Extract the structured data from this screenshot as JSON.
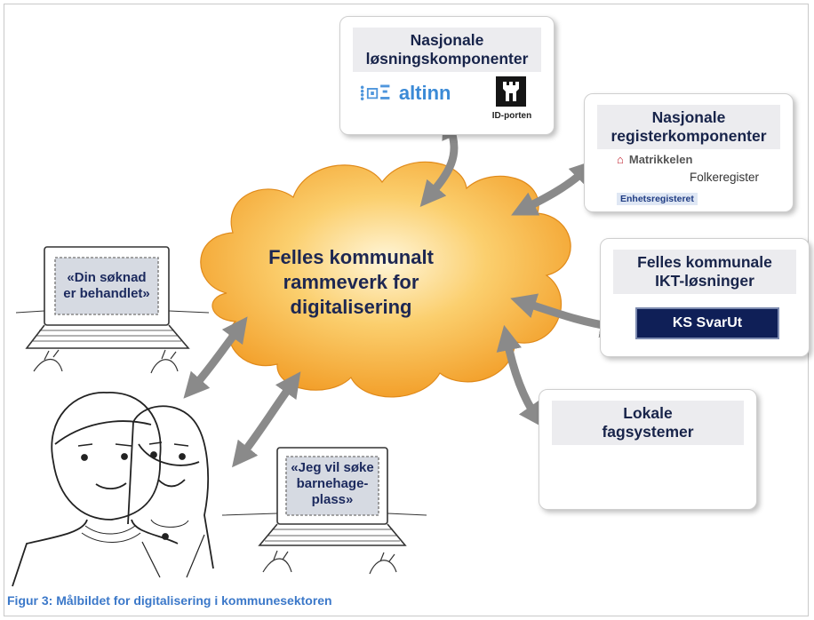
{
  "cloud": {
    "line1": "Felles kommunalt",
    "line2": "rammeverk for",
    "line3": "digitalisering"
  },
  "cards": {
    "nasjonale_losning": {
      "title_line1": "Nasjonale",
      "title_line2": "løsningskomponenter",
      "altinn_label": "altinn",
      "idporten_label": "ID-porten"
    },
    "nasjonale_register": {
      "title_line1": "Nasjonale",
      "title_line2": "registerkomponenter",
      "matrikkelen": "Matrikkelen",
      "folkeregister": "Folkeregister",
      "enhetsregisteret": "Enhetsregisteret"
    },
    "felles_ikt": {
      "title_line1": "Felles kommunale",
      "title_line2": "IKT-løsninger",
      "svarut": "KS SvarUt"
    },
    "lokale": {
      "title_line1": "Lokale",
      "title_line2": "fagsystemer"
    }
  },
  "laptops": {
    "top_line1": "«Din søknad",
    "top_line2": "er behandlet»",
    "bottom_line1": "«Jeg vil søke",
    "bottom_line2": "barnehage-",
    "bottom_line3": "plass»"
  },
  "caption": "Figur 3: Målbildet for digitalisering i kommunesektoren",
  "colors": {
    "cloud": "#f7a733",
    "title_text": "#18244a",
    "caption": "#3b78c9",
    "svarut_bg": "#0f1f57",
    "arrow": "#8a8a8a"
  }
}
